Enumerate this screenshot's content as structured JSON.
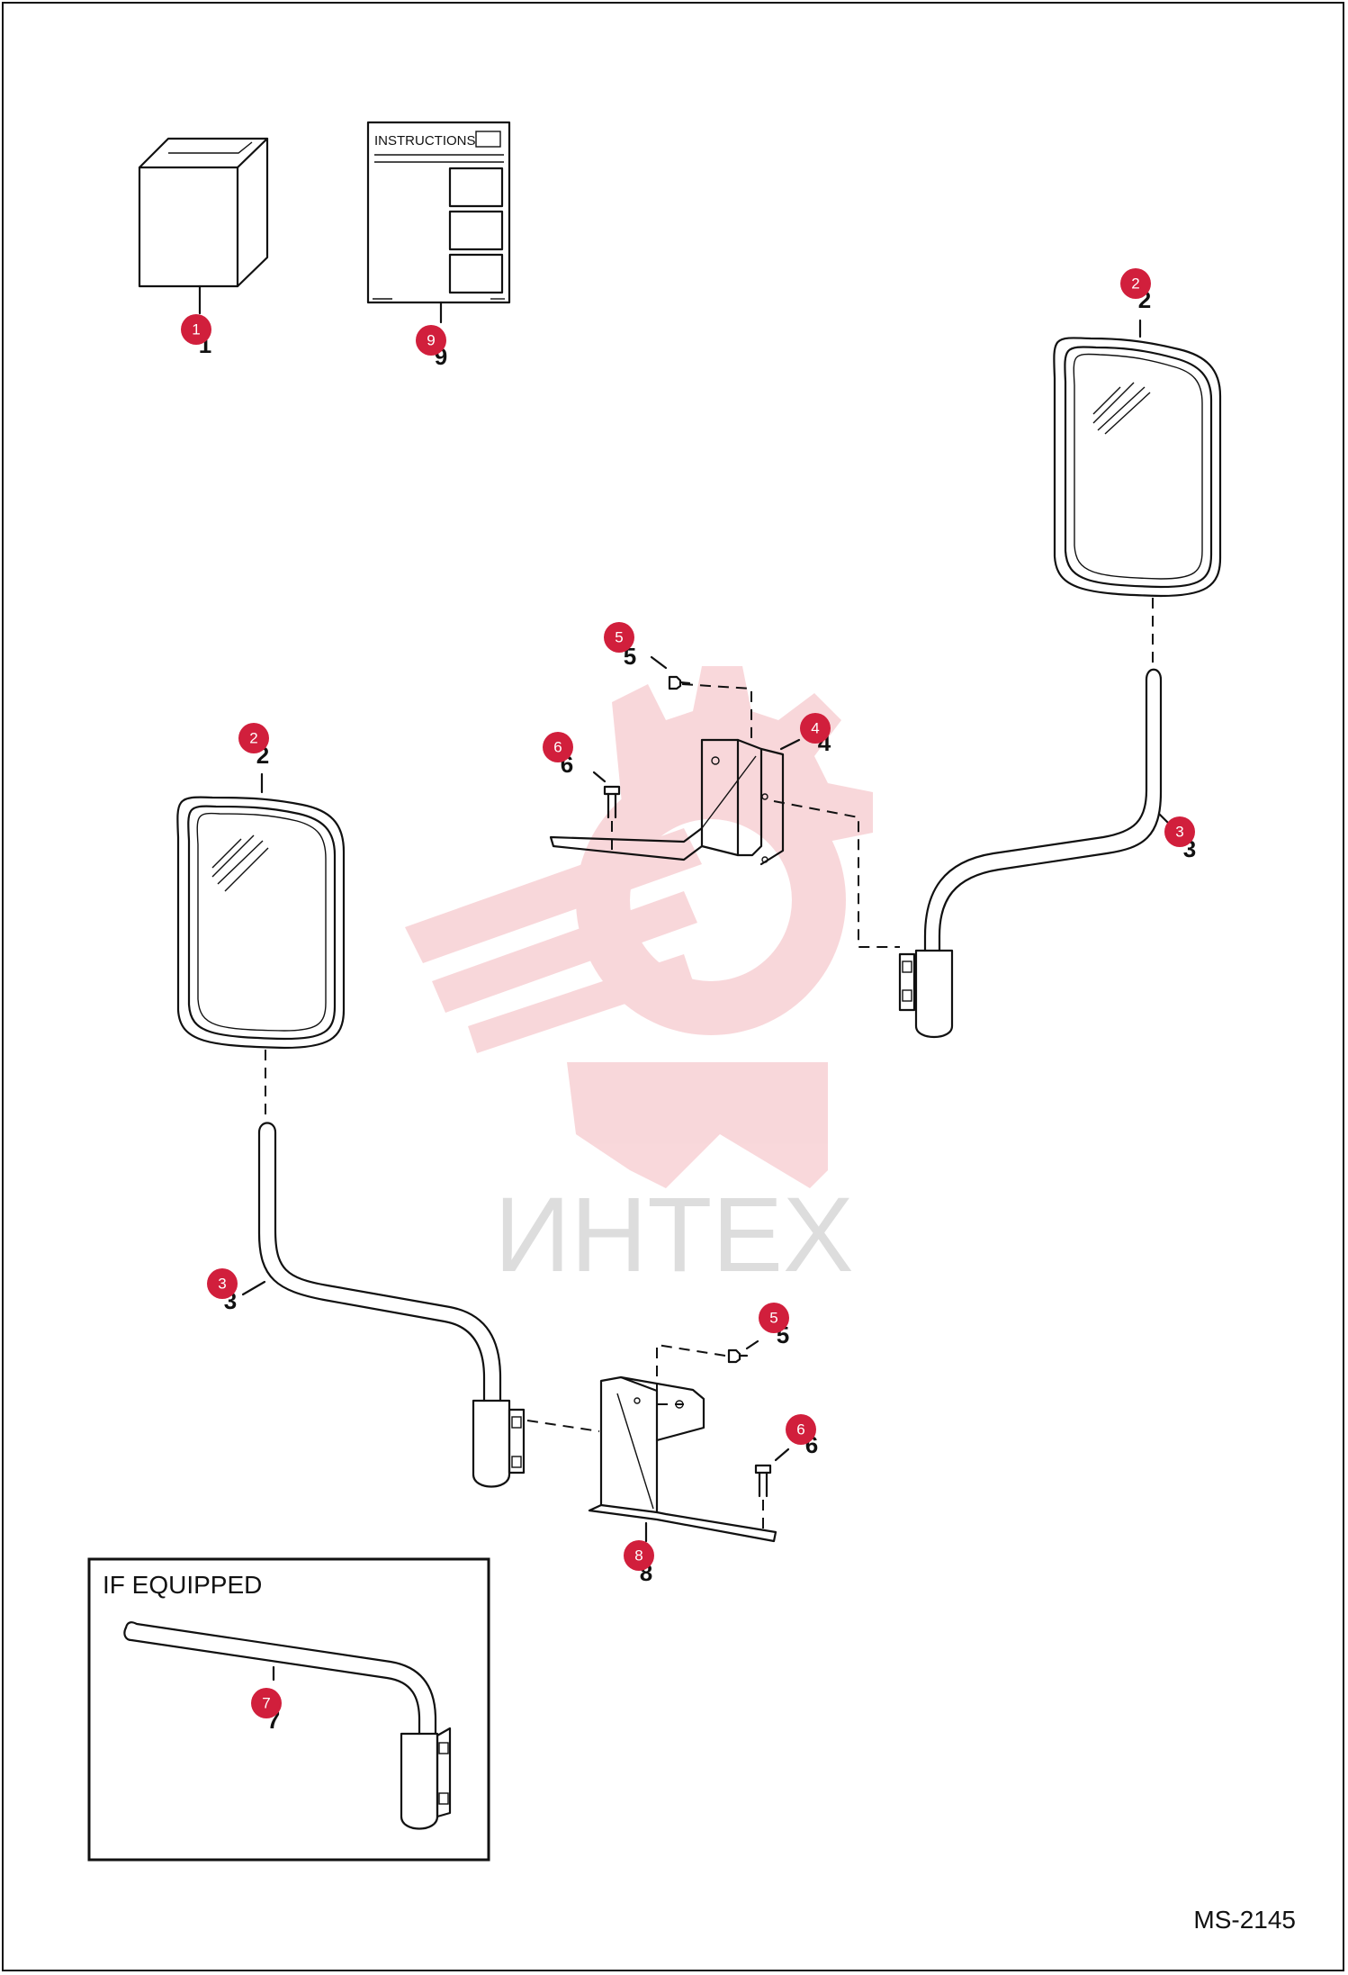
{
  "diagram_code": "MS-2145",
  "instructions_label": "INSTRUCTIONS",
  "inset_title": "IF EQUIPPED",
  "watermark_text": "ИНТЕХ",
  "colors": {
    "callout": "#d11f3c",
    "watermark": "#f4b8bd",
    "line": "#111111"
  },
  "callouts": {
    "c1": "1",
    "c9": "9",
    "c2_right": "2",
    "c5_top": "5",
    "c6_top": "6",
    "c4": "4",
    "c3_right": "3",
    "c2_left": "2",
    "c3_left": "3",
    "c5_bottom": "5",
    "c6_bottom": "6",
    "c8": "8",
    "c7": "7"
  }
}
